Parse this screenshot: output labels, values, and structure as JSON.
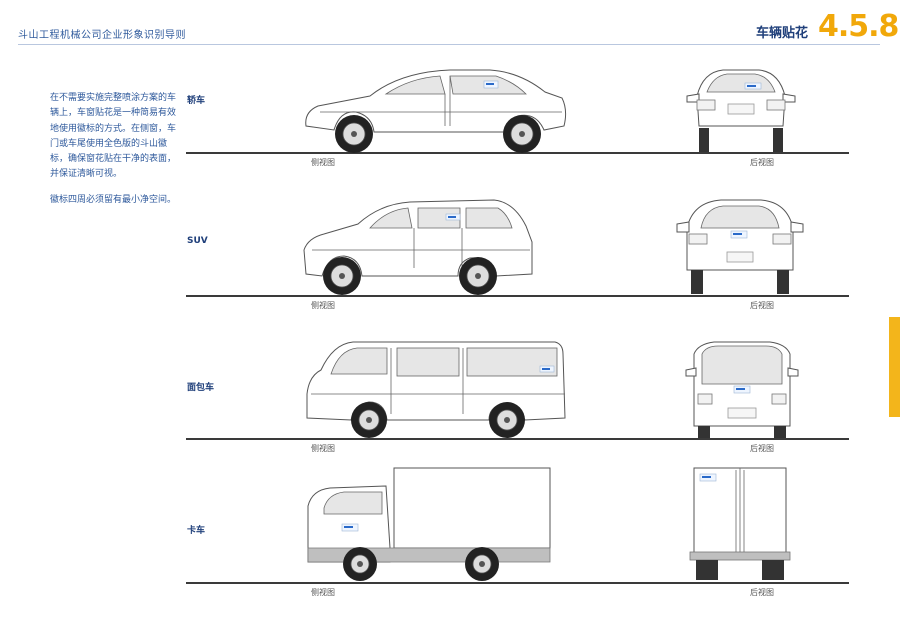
{
  "header": {
    "doc_title": "斗山工程机械公司企业形象识别导则",
    "section_name": "车辆贴花",
    "section_number": "4.5.8"
  },
  "intro": {
    "paragraph1": "在不需要实施完整喷涂方案的车辆上，车窗贴花是一种简易有效地使用徽标的方式。在侧窗，车门或车尾使用全色版的斗山徽标，确保窗花贴在干净的表面，并保证清晰可视。",
    "paragraph2": "徽标四周必须留有最小净空间。"
  },
  "rows": [
    {
      "label": "轿车",
      "side_caption": "侧视图",
      "rear_caption": "后视图"
    },
    {
      "label": "SUV",
      "side_caption": "侧视图",
      "rear_caption": "后视图"
    },
    {
      "label": "面包车",
      "side_caption": "侧视图",
      "rear_caption": "后视图"
    },
    {
      "label": "卡车",
      "side_caption": "侧视图",
      "rear_caption": "后视图"
    }
  ],
  "colors": {
    "brand_blue": "#1f3f7a",
    "accent_yellow": "#f1a80a",
    "decal_blue": "#2a6ac9"
  }
}
